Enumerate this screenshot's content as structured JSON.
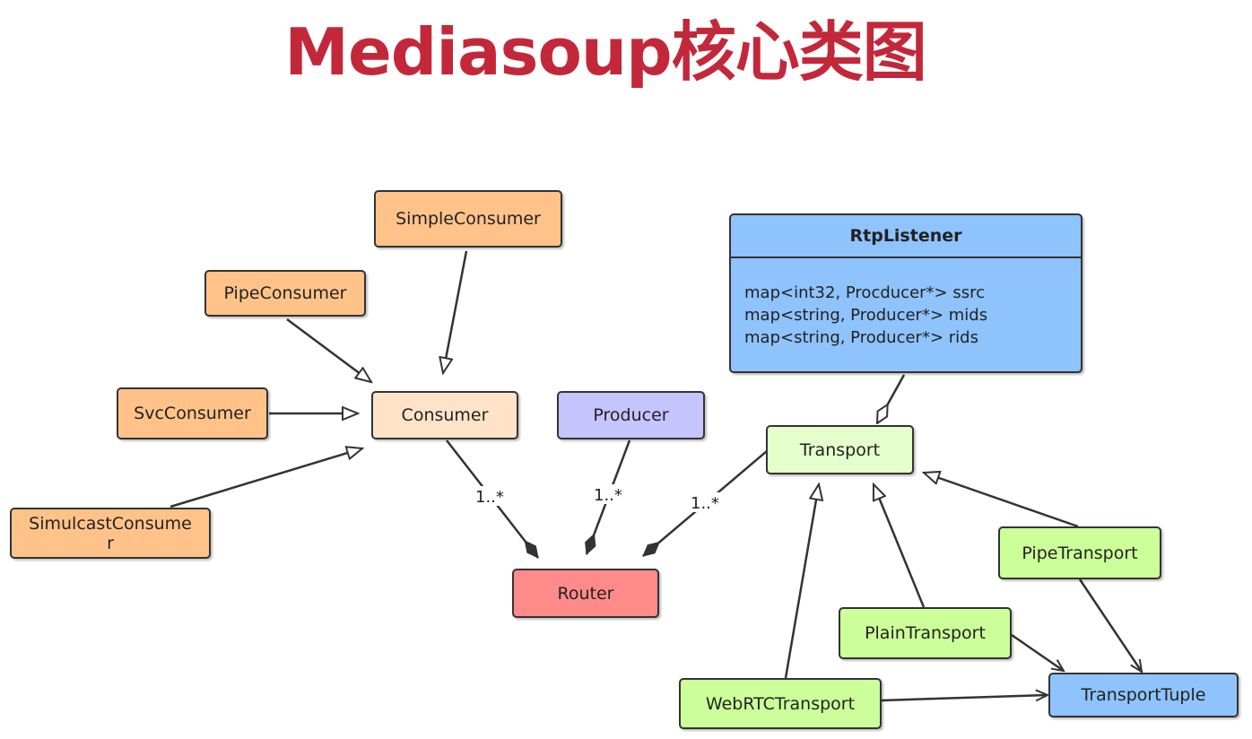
{
  "title": "Mediasoup核心类图",
  "nodes": {
    "simple_consumer": "SimpleConsumer",
    "pipe_consumer": "PipeConsumer",
    "svc_consumer": "SvcConsumer",
    "simulcast_consumer": "SimulcastConsume\nr",
    "consumer": "Consumer",
    "producer": "Producer",
    "router": "Router",
    "transport": "Transport",
    "pipe_transport": "PipeTransport",
    "plain_transport": "PlainTransport",
    "webrtc_transport": "WebRTCTransport",
    "transport_tuple": "TransportTuple"
  },
  "rtp_listener": {
    "name": "RtpListener",
    "fields": [
      "map<int32, Procducer*> ssrc",
      "map<string, Producer*> mids",
      "map<string, Producer*> rids"
    ]
  },
  "multiplicity": {
    "consumer_router": "1..*",
    "producer_router": "1..*",
    "transport_router": "1..*"
  },
  "colors": {
    "title": "#c3283a",
    "consumer_subclass": "#ffc38a",
    "consumer": "#ffe3c9",
    "producer": "#c6c4fc",
    "router": "#ff8a8a",
    "transport": "#e4ffcc",
    "transport_subclass": "#ccff99",
    "rtp_listener": "#8ec3fc",
    "transport_tuple": "#8ec3fc"
  }
}
